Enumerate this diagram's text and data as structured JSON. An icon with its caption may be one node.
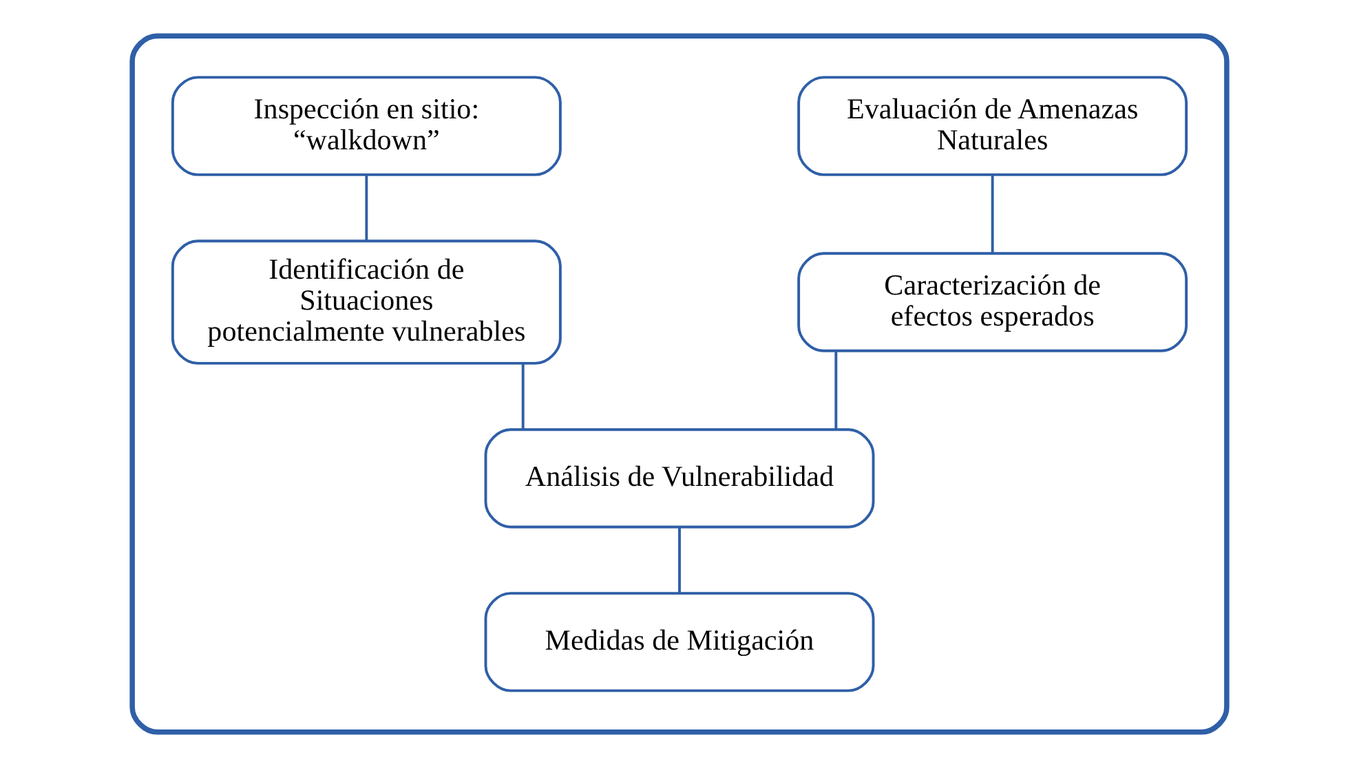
{
  "diagram": {
    "nodes": [
      {
        "text": [],
        "shape": "box"
      },
      {
        "text": [
          "Evaluación de Amenazas Naturales"
        ],
        "in": 0
      },
      {
        "text": [
          "Inspección en sitio: “walkdown”"
        ],
        "in": 0
      },
      {
        "text": [
          "Caracterización de efectos esperados"
        ],
        "in": 0
      },
      {
        "text": [
          "Identificación de Situaciones potencialmente vulnerables"
        ],
        "in": 0
      },
      {
        "text": [
          "Análisis de Vulnerabilidad"
        ],
        "in": 0
      },
      {
        "text": [
          "Medidas de Mitigación"
        ],
        "in": 0
      }
    ],
    "edges": [
      {
        "from": 1,
        "to": 3,
        "arrow": "none"
      },
      {
        "from": 2,
        "to": 4,
        "arrow": "none"
      },
      {
        "from": 3,
        "to": 5,
        "arrow": "none"
      },
      {
        "from": 4,
        "to": 5,
        "arrow": "none"
      },
      {
        "from": 5,
        "to": 6,
        "arrow": "none"
      }
    ]
  }
}
